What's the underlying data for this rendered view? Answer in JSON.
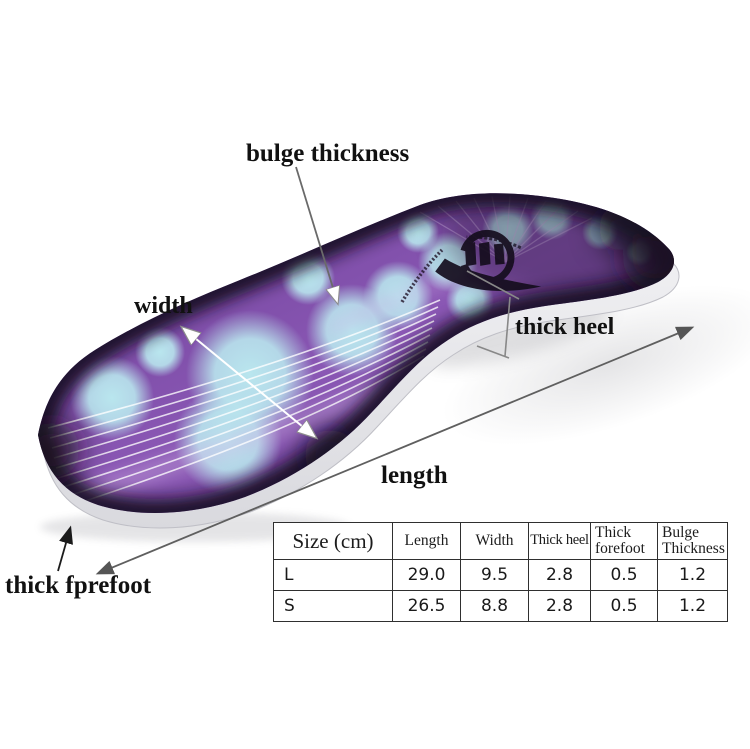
{
  "palette": {
    "bg": "#ffffff",
    "ink": "#111111",
    "line-gray": "#5f5f5f",
    "purple-a": "#6a3f95",
    "purple-b": "#8a57b4",
    "cyan": "#b9e6ee",
    "edge-dark": "#190e20",
    "sole-light": "#f4f4f6",
    "sole-dark": "#d9d9de",
    "table-border": "#2f2f2f"
  },
  "annotations": {
    "bulge_thickness": "bulge thickness",
    "width": "width",
    "thick_heel": "thick heel",
    "length": "length",
    "thick_forefoot": "thick fprefoot"
  },
  "insole": {
    "brand_logo_icon": "swoosh-brand-logo"
  },
  "size_table": {
    "headers": [
      "Size (cm)",
      "Length",
      "Width",
      "Thick heel",
      "Thick forefoot",
      "Bulge Thickness"
    ],
    "rows": [
      [
        "L",
        "29.0",
        "9.5",
        "2.8",
        "0.5",
        "1.2"
      ],
      [
        "S",
        "26.5",
        "8.8",
        "2.8",
        "0.5",
        "1.2"
      ]
    ]
  }
}
